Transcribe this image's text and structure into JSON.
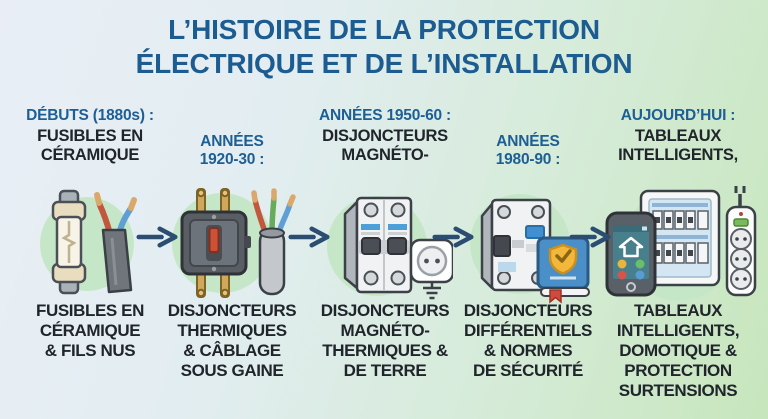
{
  "title": "L’HISTOIRE DE LA PROTECTION\nÉLECTRIQUE ET DE L’INSTALLATION",
  "palette": {
    "heading_blue": "#1d5c90",
    "text_dark": "#20252b",
    "arrow_navy": "#2b4d72",
    "icon_circle_green": "#c5e7c8",
    "background_left": "#e9eef6",
    "background_right": "#c7e6bd"
  },
  "timeline": [
    {
      "era": "DÉBUTS (1880s) :",
      "headline": "FUSIBLES EN\nCÉRAMIQUE",
      "caption": "FUSIBLES EN\nCÉRAMIQUE\n& FILS NUS",
      "icon": "ceramic-fuse-and-bare-wires"
    },
    {
      "era": "ANNÉES\n1920-30 :",
      "headline": "",
      "caption": "DISJONCTEURS\nTHERMIQUES\n& CÂBLAGE\nSOUS GAINE",
      "icon": "knife-switch-and-sheathed-cable"
    },
    {
      "era": "ANNÉES 1950-60 :",
      "headline": "DISJONCTEURS\nMAGNÉTO-",
      "caption": "DISJONCTEURS\nMAGNÉTO-\nTHERMIQUES &\nDE TERRE",
      "icon": "magneto-thermal-breaker-and-earthed-socket"
    },
    {
      "era": "ANNÉES\n1980-90 :",
      "headline": "",
      "caption": "DISJONCTEURS\nDIFFÉRENTIELS\n& NORMES\nDE SÉCURITÉ",
      "icon": "differential-breaker-and-safety-standards-book"
    },
    {
      "era": "AUJOURD’HUI :",
      "headline": "TABLEAUX\nINTELLIGENTS,",
      "caption": "TABLEAUX\nINTELLIGENTS,\nDOMOTIQUE &\nPROTECTION\nSURTENSIONS",
      "icon": "smart-panel-phone-and-surge-strip"
    }
  ]
}
